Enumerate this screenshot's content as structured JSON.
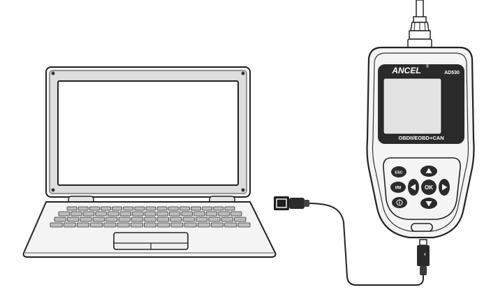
{
  "scanner": {
    "brand": "ANCEL",
    "registered_mark": "®",
    "model": "AD530",
    "protocol_label": "OBDII/EOBD+CAN",
    "buttons": {
      "esc": "ESC",
      "im": "I/M",
      "ok": "OK",
      "help_icon": "help-icon"
    }
  },
  "colors": {
    "outline": "#222222",
    "device_fill": "#f4f4f4",
    "screen": "#e3e3e3",
    "bezel": "#2a2a2a",
    "button": "#2b2b2b",
    "key_fill": "#bdbdbd"
  }
}
